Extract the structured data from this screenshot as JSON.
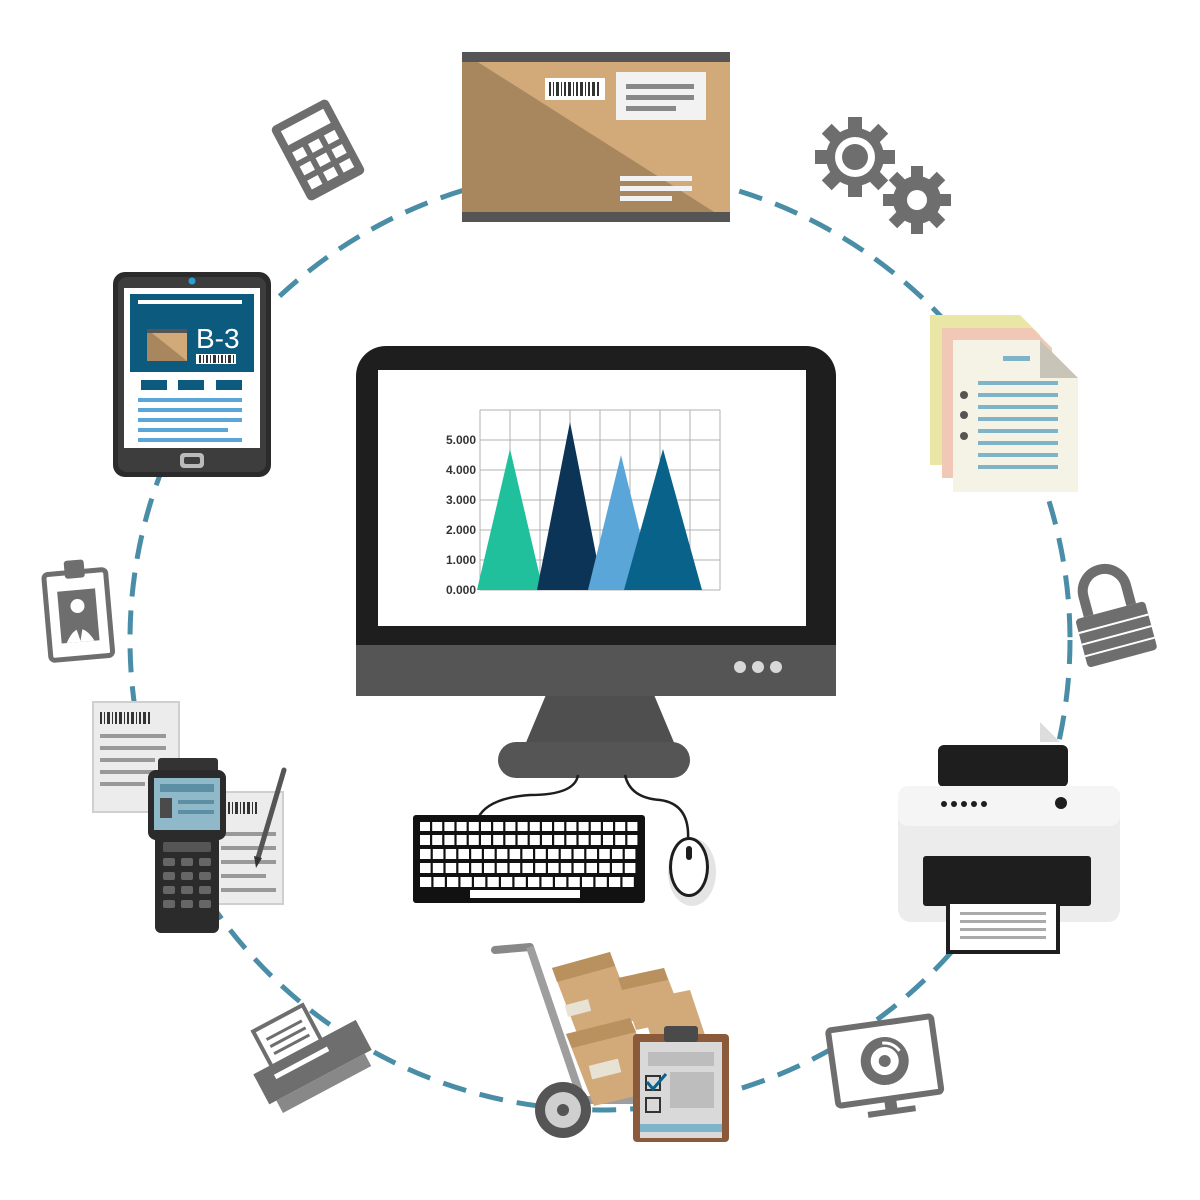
{
  "colors": {
    "ring": "#4a8da6",
    "icon_gray": "#6e6e6e",
    "box_light": "#d2aa7a",
    "box_dark": "#a8875e",
    "monitor_body": "#1e1e1e",
    "monitor_bezel": "#555555",
    "chart_teal": "#1fc09b",
    "chart_navy": "#0c3456",
    "chart_lightblue": "#5aa6d8",
    "chart_blue": "#08628a",
    "tablet_screen": "#0c5a7e",
    "grid": "#b0b0b0"
  },
  "tablet": {
    "label": "B-3"
  },
  "icons": [
    "calculator-icon",
    "gears-icon",
    "documents-icon",
    "padlock-icon",
    "printer-icon",
    "monitor-disc-icon",
    "fax-icon",
    "handheld-scanner-icon",
    "id-badge-icon",
    "tablet-icon",
    "parcel-icon",
    "hand-truck-icon",
    "clipboard-icon"
  ],
  "chart_data": {
    "type": "area",
    "title": "",
    "xlabel": "",
    "ylabel": "",
    "ylim": [
      0,
      6000
    ],
    "y_ticks": [
      "0.000",
      "1.000",
      "2.000",
      "3.000",
      "4.000",
      "5.000"
    ],
    "grid": true,
    "series": [
      {
        "center": 1,
        "half_width": 1.1,
        "value": 4700,
        "color": "#1fc09b"
      },
      {
        "center": 3,
        "half_width": 1.1,
        "value": 5600,
        "color": "#0c3456"
      },
      {
        "center": 4.7,
        "half_width": 1.1,
        "value": 4500,
        "color": "#5aa6d8"
      },
      {
        "center": 6.1,
        "half_width": 1.3,
        "value": 4700,
        "color": "#08628a"
      }
    ],
    "x_range": [
      0,
      8
    ]
  }
}
